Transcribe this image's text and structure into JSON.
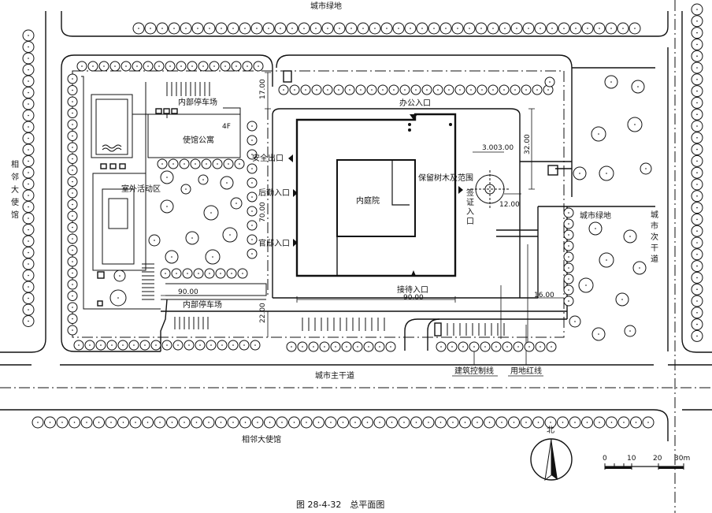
{
  "labels": {
    "city_green_top": "城市绿地",
    "neighbor_left": "相邻大使馆",
    "neighbor_bottom": "相邻大使馆",
    "city_secondary_road": "城市次干道",
    "city_main_road": "城市主干道",
    "city_green_right": "城市绿地",
    "inner_parking_top": "内部停车场",
    "inner_parking_bottom": "内部停车场",
    "embassy_apartment": "使馆公寓",
    "apartment_floors": "4F",
    "outdoor_activity": "室外活动区",
    "inner_courtyard": "内庭院",
    "office_entrance": "办公入口",
    "safety_exit": "安全出口",
    "logistics_entrance": "后勤入口",
    "residence_entrance": "官邸入口",
    "reception_entrance": "接待入口",
    "visa_entrance": "签证入口",
    "preserved_tree": "保留树木及范围",
    "building_control_line": "建筑控制线",
    "site_red_line": "用地红线",
    "north": "北",
    "caption": "图 28-4-32　总平面图"
  },
  "dimensions": {
    "top_setback": "17.00",
    "middle_depth": "70.00",
    "bottom_setback": "22.00",
    "right_height": "32.00",
    "tree_offset_a": "3.00",
    "tree_offset_b": "3.00",
    "tree_to_building": "12.00",
    "building_width": "90.00",
    "left_width": "90.00",
    "right_offset": "16.00"
  },
  "scale_bar": {
    "ticks": [
      "0",
      "10",
      "20",
      "30m"
    ]
  }
}
